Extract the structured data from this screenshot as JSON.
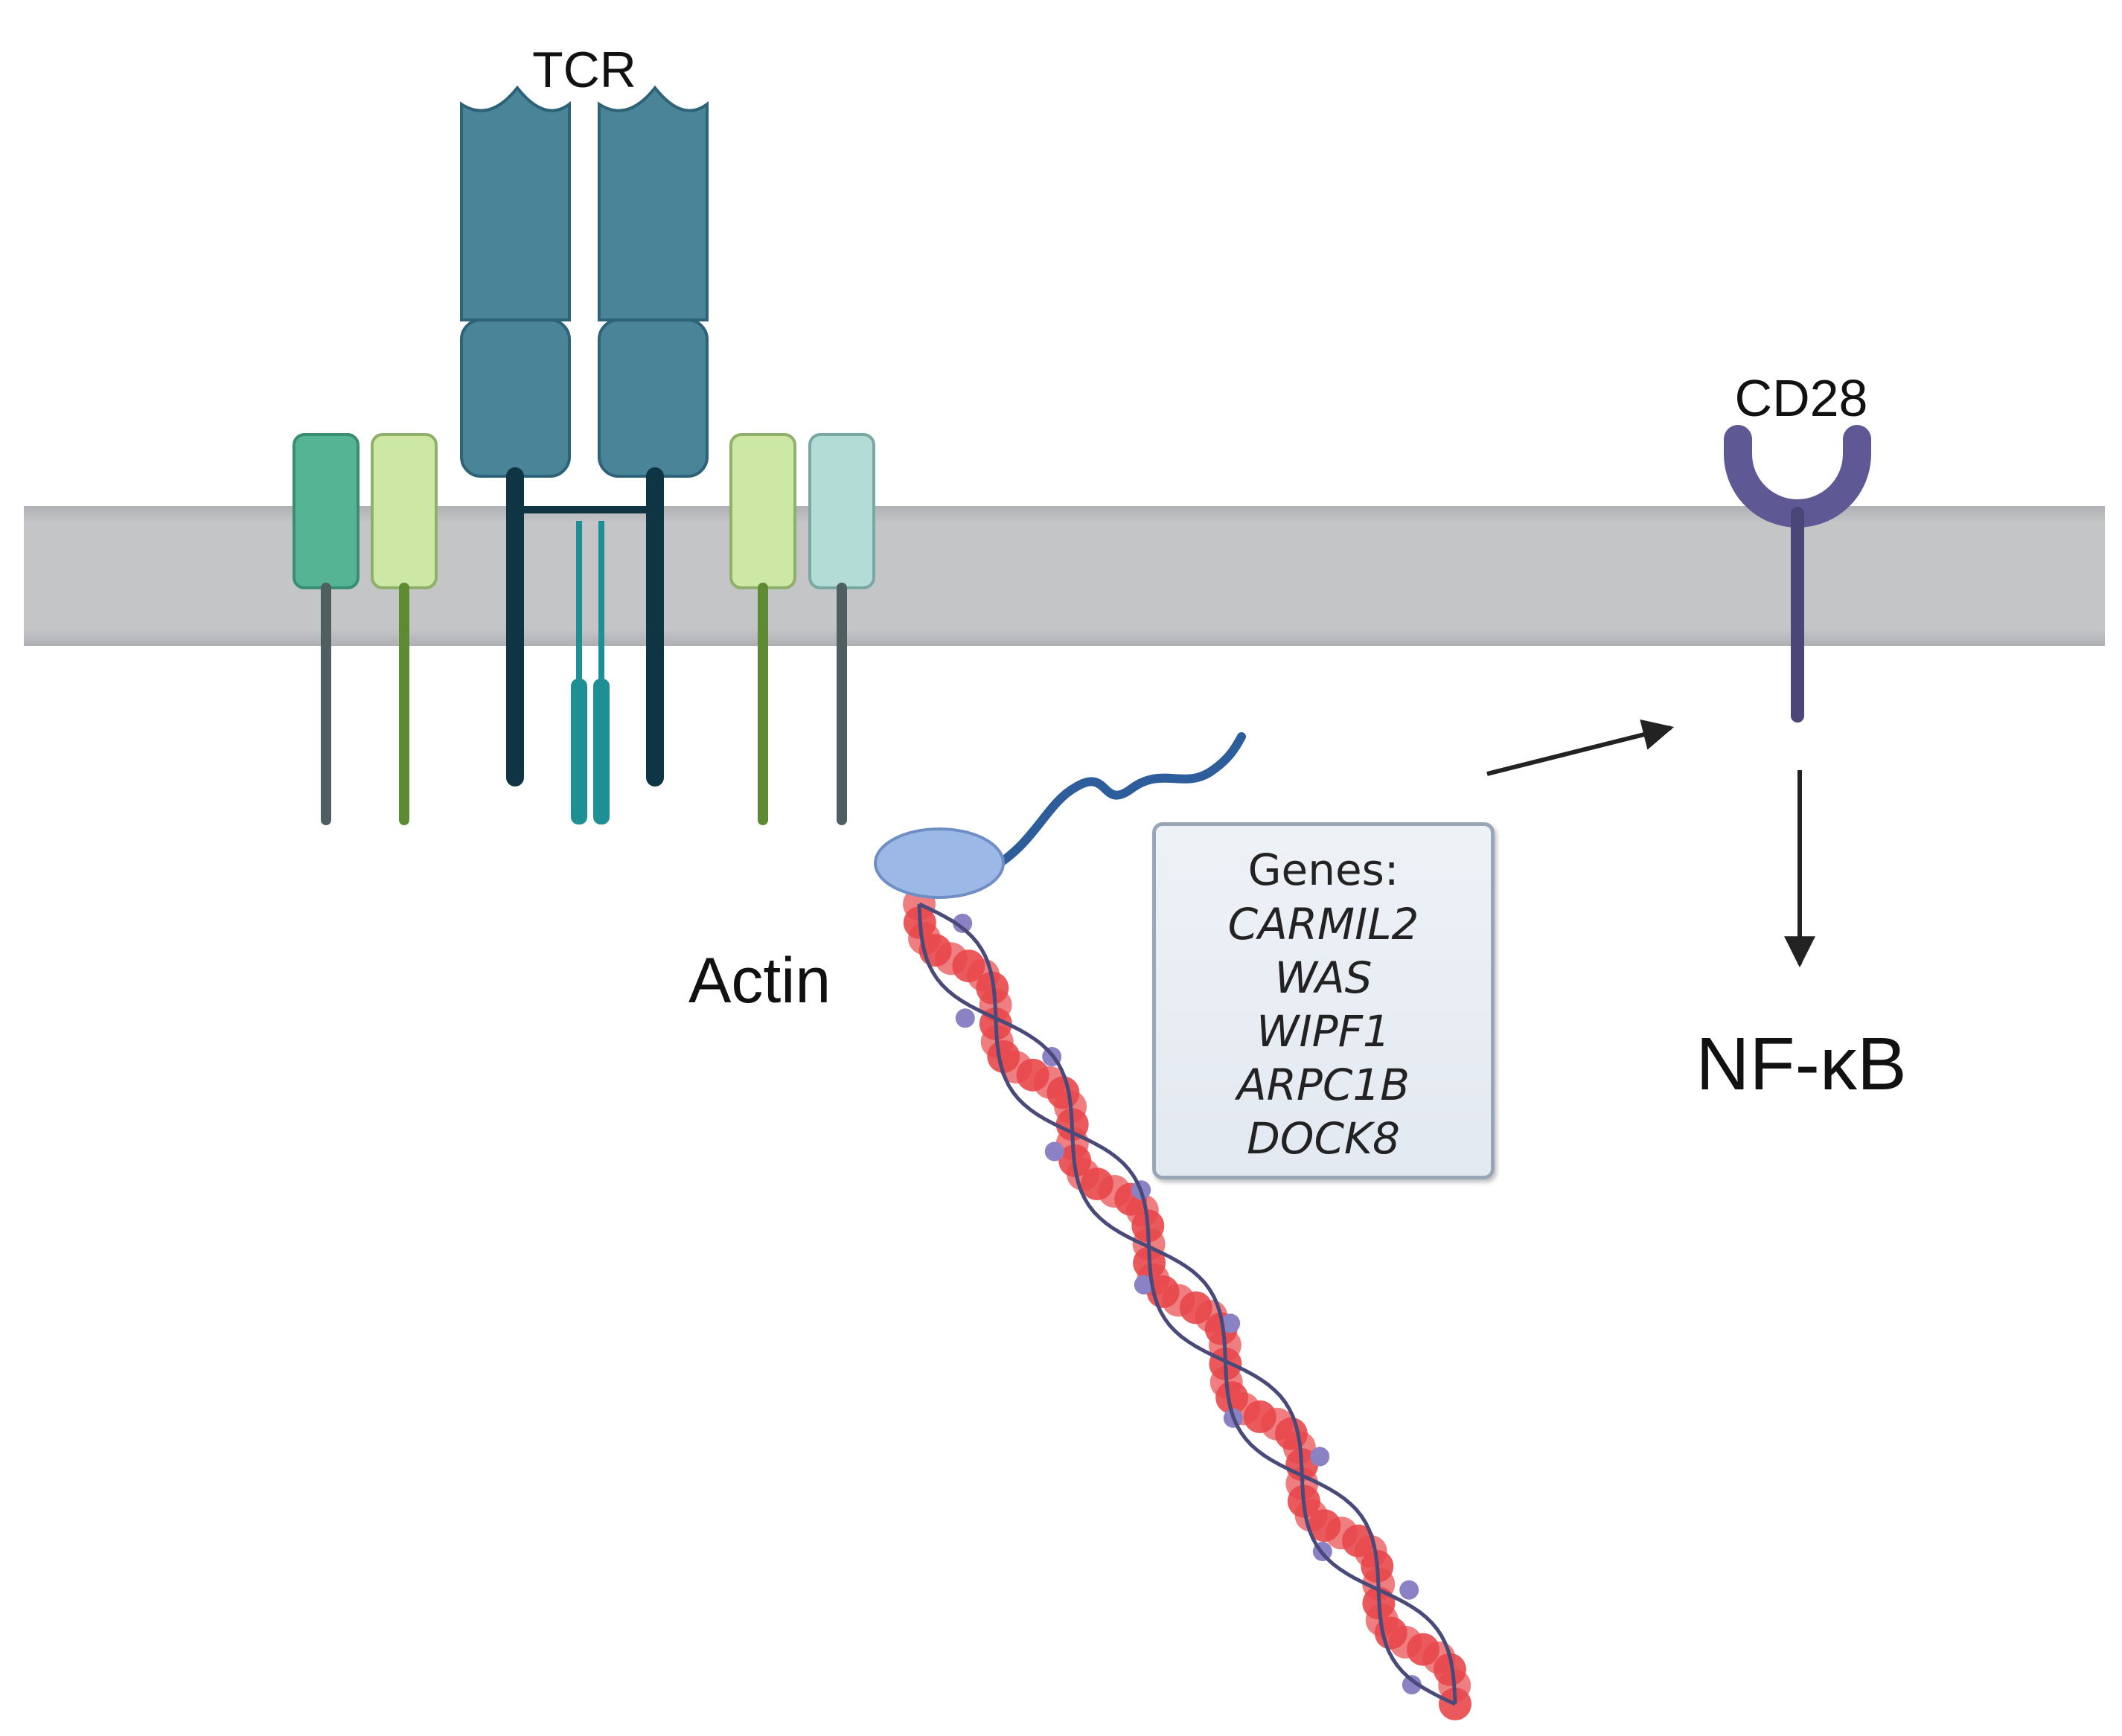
{
  "labels": {
    "tcr": "TCR",
    "cd28": "CD28",
    "actin": "Actin",
    "nfkb": "NF-κB"
  },
  "genes_box": {
    "title": "Genes:",
    "genes": [
      "CARMIL2",
      "WAS",
      "WIPF1",
      "ARPC1B",
      "DOCK8"
    ]
  },
  "colors": {
    "membrane": "#c3c4c6",
    "membrane_edge": "#a9abae",
    "tcr_chain": "#4a8499",
    "tcr_dark": "#0f3444",
    "cd3_teal": "#1f8f96",
    "cd28": "#5e5894",
    "actin_red": "#e8474a",
    "actin_purple": "#8a82c4",
    "actin_cap": "#9bb8e6",
    "actin_strand": "#2d5d9a",
    "box_border": "#98a6b8"
  }
}
